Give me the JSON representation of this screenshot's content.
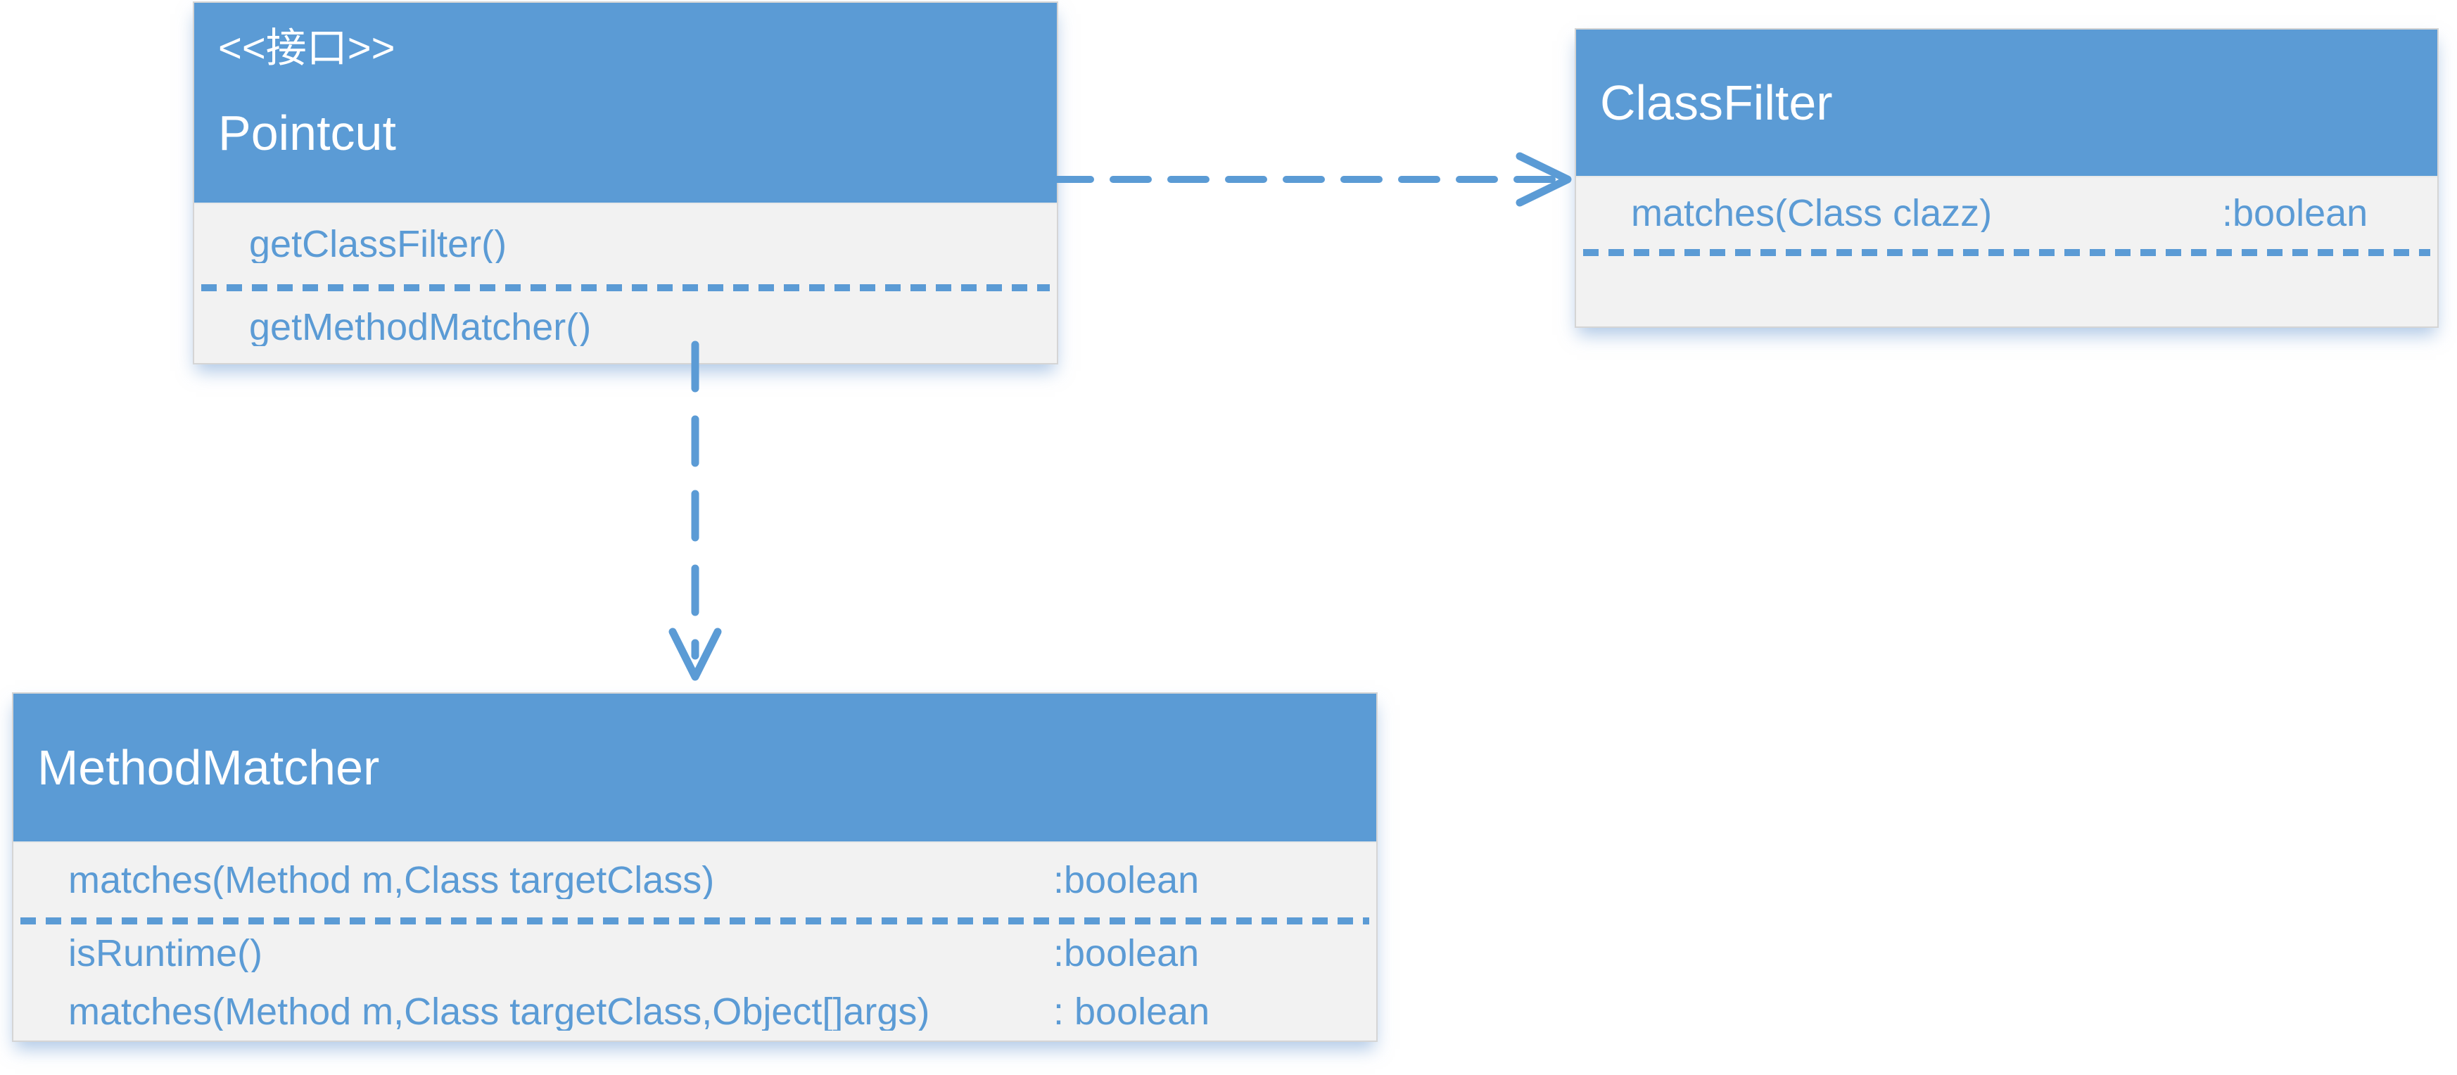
{
  "classes": {
    "pointcut": {
      "stereotype": "<<接口>>",
      "name": "Pointcut",
      "members": {
        "get_class_filter": {
          "name": "getClassFilter()"
        },
        "get_method_matcher": {
          "name": "getMethodMatcher()"
        }
      }
    },
    "class_filter": {
      "name": "ClassFilter",
      "members": {
        "matches_class": {
          "name": "matches(Class clazz)",
          "type": ":boolean"
        }
      }
    },
    "method_matcher": {
      "name": "MethodMatcher",
      "members": {
        "matches_static": {
          "name": "matches(Method m,Class targetClass)",
          "type": ":boolean"
        },
        "is_runtime": {
          "name": "isRuntime()",
          "type": ":boolean"
        },
        "matches_dynamic": {
          "name": "matches(Method m,Class targetClass,Object[]args)",
          "type": ": boolean"
        }
      }
    }
  },
  "relations": [
    {
      "from": "Pointcut",
      "to": "ClassFilter",
      "kind": "dashed-dependency-open-arrow",
      "direction": "right"
    },
    {
      "from": "Pointcut",
      "to": "MethodMatcher",
      "kind": "dashed-dependency-open-arrow",
      "direction": "down"
    }
  ],
  "colors": {
    "header_fill": "#5B9BD5",
    "header_text": "#FFFFFF",
    "body_fill": "#F2F2F2",
    "member_text": "#5B9BD5",
    "separator": "#5B9BD5",
    "arrow": "#5B9BD5",
    "border": "#D5D5D5",
    "background": "#FFFFFF"
  }
}
